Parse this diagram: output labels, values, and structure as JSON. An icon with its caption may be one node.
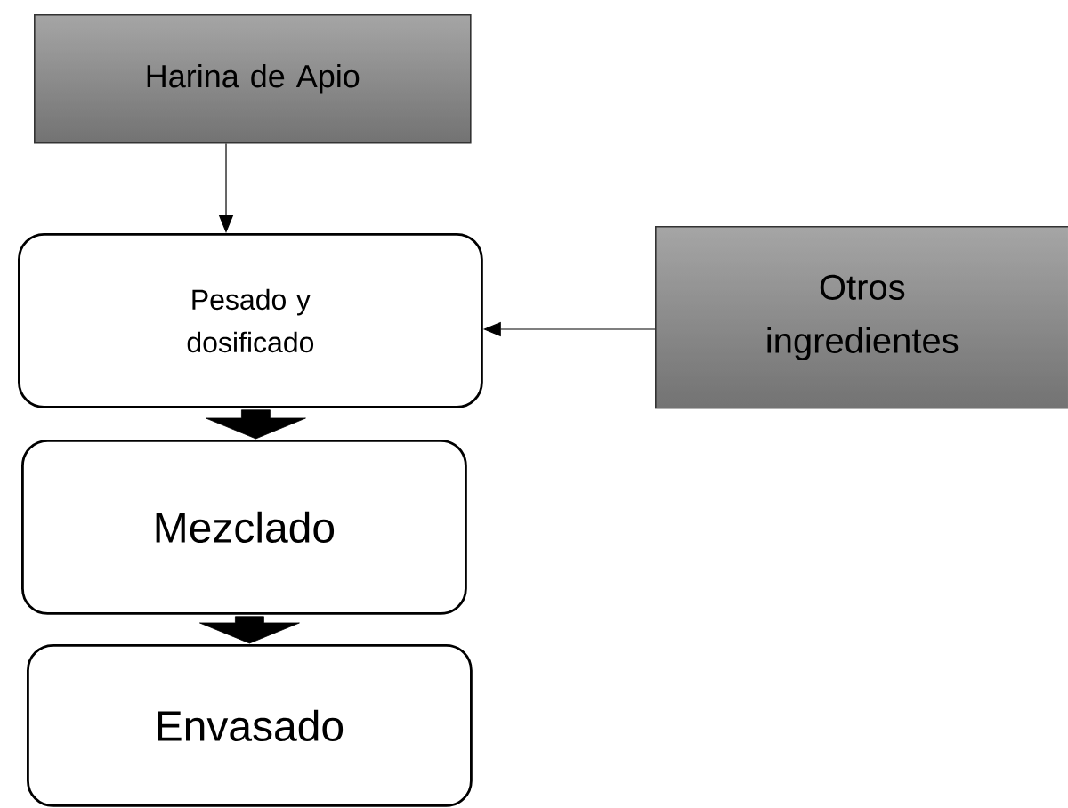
{
  "diagram": {
    "nodes": [
      {
        "text": [
          "Harina de Apio"
        ]
      },
      {
        "text": [
          "Pesado y dosificado"
        ]
      },
      {
        "text": [
          "Otros ingredientes"
        ]
      },
      {
        "text": [
          "Mezclado"
        ]
      },
      {
        "text": [
          "Envasado"
        ]
      }
    ],
    "edges": [
      {
        "from": 0,
        "to": 1,
        "arrow": "to"
      },
      {
        "from": 2,
        "to": 1,
        "arrow": "to"
      },
      {
        "from": 1,
        "to": 3,
        "arrow": "to",
        "style": "thick"
      },
      {
        "from": 3,
        "to": 4,
        "arrow": "to",
        "style": "thick"
      }
    ]
  }
}
